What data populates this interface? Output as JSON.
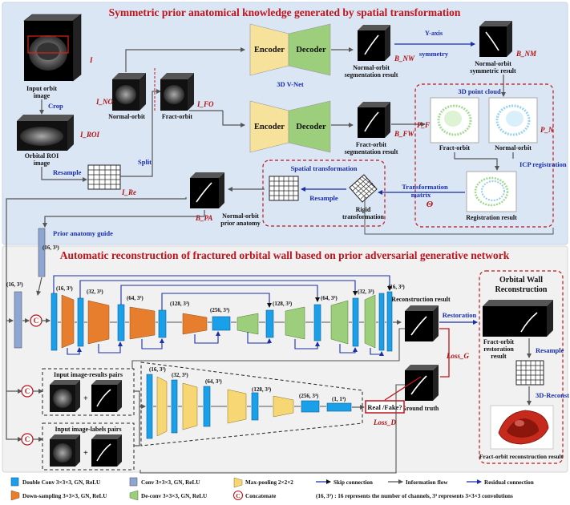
{
  "titles": {
    "top": "Symmetric prior anatomical knowledge generated by spatial transformation",
    "bottom": "Automatic reconstruction of fractured orbital wall based on prior adversarial generative network"
  },
  "top": {
    "input_label": [
      "Input orbit",
      "image"
    ],
    "sym_i": "I",
    "crop": "Crop",
    "roi_label": [
      "Orbital ROI",
      "image"
    ],
    "sym_roi": "I_ROI",
    "resample": "Resample",
    "sym_re": "I_Re",
    "split": "Split",
    "normal_orbit": "Normal-orbit",
    "sym_no": "I_NO",
    "fract_orbit": "Fract-orbit",
    "sym_fo": "I_FO",
    "encoder": "Encoder",
    "decoder": "Decoder",
    "vnet": "3D V-Net",
    "nseg_label": [
      "Normal-orbit",
      "segmentation result"
    ],
    "sym_bnw": "B_NW",
    "ysym": [
      "Y-axis",
      "symmetry"
    ],
    "nsym_label": [
      "Normal-orbit",
      "symmetric result"
    ],
    "sym_bnm": "B_NM",
    "fseg_label": [
      "Fract-orbit",
      "segmentation result"
    ],
    "sym_bfw": "B_FW",
    "pc_title": "3D point cloud",
    "pc_fract": "Fract-orbit",
    "pc_normal": "Normal-orbit",
    "sym_pf": "P_F",
    "sym_pn": "P_N",
    "icp": "ICP registration",
    "reg_result": "Registration result",
    "tm": [
      "Transformation",
      "matrix"
    ],
    "theta": "Θ",
    "st_title": "Spatial transformation",
    "st_resample": "Resample",
    "rigid": [
      "Rigid",
      "transformation"
    ],
    "prior_label": [
      "Normal-orbit",
      "prior anatomy"
    ],
    "sym_bpa": "B_PA",
    "pag": "Prior anatomy guide"
  },
  "bottom": {
    "dim_16": "(16, 3³)",
    "dim_32": "(32, 3³)",
    "dim_64": "(64, 3³)",
    "dim_128": "(128, 3³)",
    "dim_256": "(256, 3³)",
    "dim_1": "(1, 1³)",
    "recon_result": "Reconstruction result",
    "restoration": "Restoration",
    "owr_title": [
      "Orbital Wall",
      "Reconstruction"
    ],
    "fr_restore": [
      "Fract-orbit",
      "restoration",
      "result"
    ],
    "resample": "Resample",
    "reconst": "3D-Reconst",
    "fr_recon": "Fract-orbit reconstruction result",
    "loss_g": "Loss_G",
    "loss_d": "Loss_D",
    "ground_truth": "Ground truth",
    "real_fake": "Real /Fake?",
    "irp": "Input image-results pairs",
    "ilp": "Input image-labels pairs",
    "concat": "C"
  },
  "legend": {
    "double_conv": "Double Conv 3×3×3, GN, ReLU",
    "conv": "Conv 3×3×3, GN, ReLU",
    "maxpool": "Max-pooling  2×2×2",
    "skip": "Skip connection",
    "info": "Information flow",
    "residual": "Residual connection",
    "down": "Down-sampling 3×3×3, GN, ReLU",
    "deconv": "De-conv 3×3×3, GN, ReLU",
    "concat": "Concatenate",
    "note": "(16, 3³) : 16 represents the number of channels, 3³ represents  3×3×3 convolutions"
  },
  "colors": {
    "top_bg": "#dbe6f5",
    "bottom_bg": "#f1f1f1",
    "encoder": "#f7e29c",
    "decoder": "#9cce7c",
    "double_conv": "#1aa0e8",
    "conv": "#8ea7d2",
    "down": "#e67e2e",
    "deconv": "#9cce7c",
    "maxpool": "#f7d774",
    "arrow_blue": "#1a2fa8",
    "dashed_red": "#c0141c"
  }
}
